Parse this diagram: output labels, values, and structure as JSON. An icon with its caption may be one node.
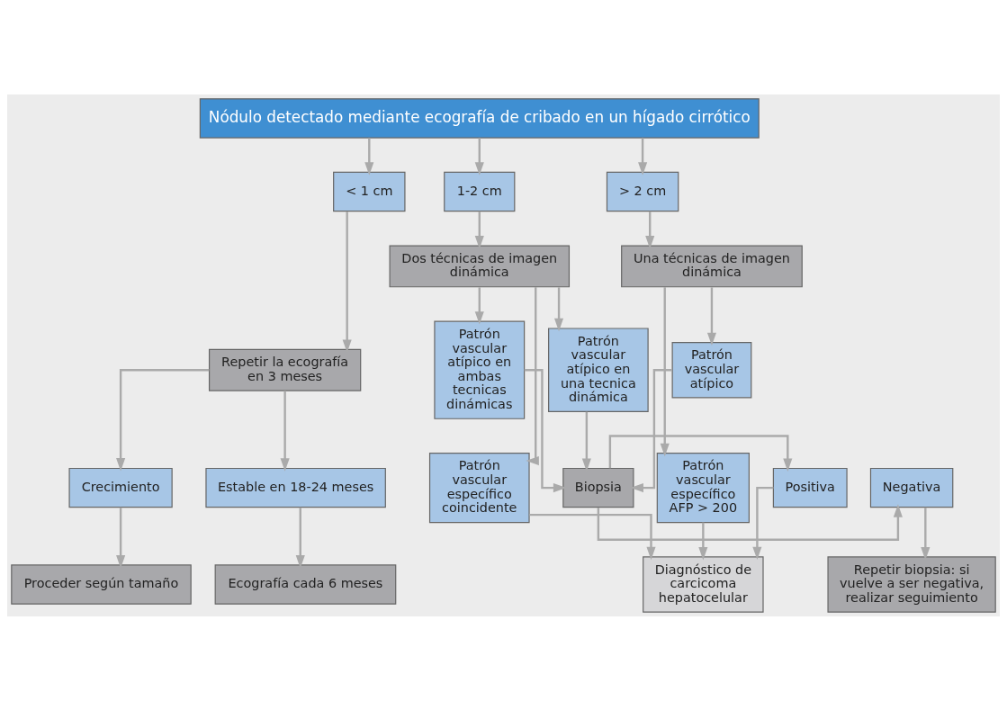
{
  "diagram": {
    "nodes": [
      {
        "text": [
          "Nódulo detectado mediante ecografía de cribado en un hígado cirrótico"
        ]
      },
      {
        "text": [
          "< 1 cm"
        ]
      },
      {
        "text": [
          "1-2 cm"
        ]
      },
      {
        "text": [
          "> 2 cm"
        ]
      },
      {
        "text": [
          "Repetir la ecografía en 3 meses"
        ]
      },
      {
        "text": [
          "Dos técnicas de imagen dinámica"
        ]
      },
      {
        "text": [
          "Una técnicas de imagen dinámica"
        ]
      },
      {
        "text": [
          "Estable en 18-24 meses"
        ]
      },
      {
        "text": [
          "Crecimiento"
        ]
      },
      {
        "text": [
          "Patrón vascular específico coincidente"
        ]
      },
      {
        "text": [
          "Patrón vascular atípico en una tecnica dinámica"
        ]
      },
      {
        "text": [
          "Patrón vascular atípico en ambas tecnicas dinámicas"
        ]
      },
      {
        "text": [
          "Patrón vascular atípico"
        ]
      },
      {
        "text": [
          "Patrón vascular específico AFP > 200"
        ]
      },
      {
        "text": [
          "Positiva"
        ]
      },
      {
        "text": [
          "Biopsia"
        ]
      },
      {
        "text": [
          "Negativa"
        ]
      },
      {
        "text": [
          "Repetir biopsia: si vuelve a ser negativa, realizar seguimiento"
        ]
      },
      {
        "text": [
          "Ecografía cada 6 meses"
        ]
      },
      {
        "text": [
          "Proceder según tamaño"
        ]
      },
      {
        "text": [
          "Diagnóstico de carcicoma hepatocelular"
        ]
      }
    ],
    "edges": [
      {
        "from": 0,
        "to": 1,
        "arrow": "to"
      },
      {
        "from": 0,
        "to": 2,
        "arrow": "to"
      },
      {
        "from": 0,
        "to": 3,
        "arrow": "to"
      },
      {
        "from": 1,
        "to": 4,
        "arrow": "to"
      },
      {
        "from": 2,
        "to": 5,
        "arrow": "to"
      },
      {
        "from": 3,
        "to": 6,
        "arrow": "to"
      },
      {
        "from": 4,
        "to": 7,
        "arrow": "to"
      },
      {
        "from": 4,
        "to": 8,
        "arrow": "to"
      },
      {
        "from": 5,
        "to": 9,
        "arrow": "to"
      },
      {
        "from": 5,
        "to": 10,
        "arrow": "to"
      },
      {
        "from": 5,
        "to": 11,
        "arrow": "to"
      },
      {
        "from": 6,
        "to": 12,
        "arrow": "to"
      },
      {
        "from": 6,
        "to": 13,
        "arrow": "to"
      },
      {
        "from": 10,
        "to": 15,
        "arrow": "to"
      },
      {
        "from": 11,
        "to": 15,
        "arrow": "to"
      },
      {
        "from": 12,
        "to": 15,
        "arrow": "to"
      },
      {
        "from": 15,
        "to": 14,
        "arrow": "to"
      },
      {
        "from": 15,
        "to": 16,
        "arrow": "to"
      },
      {
        "from": 16,
        "to": 17,
        "arrow": "to"
      },
      {
        "from": 7,
        "to": 18,
        "arrow": "to"
      },
      {
        "from": 8,
        "to": 19,
        "arrow": "to"
      },
      {
        "from": 9,
        "to": 20,
        "arrow": "to"
      },
      {
        "from": 14,
        "to": 20,
        "arrow": "to"
      },
      {
        "from": 13,
        "to": 20,
        "arrow": "to"
      }
    ]
  }
}
